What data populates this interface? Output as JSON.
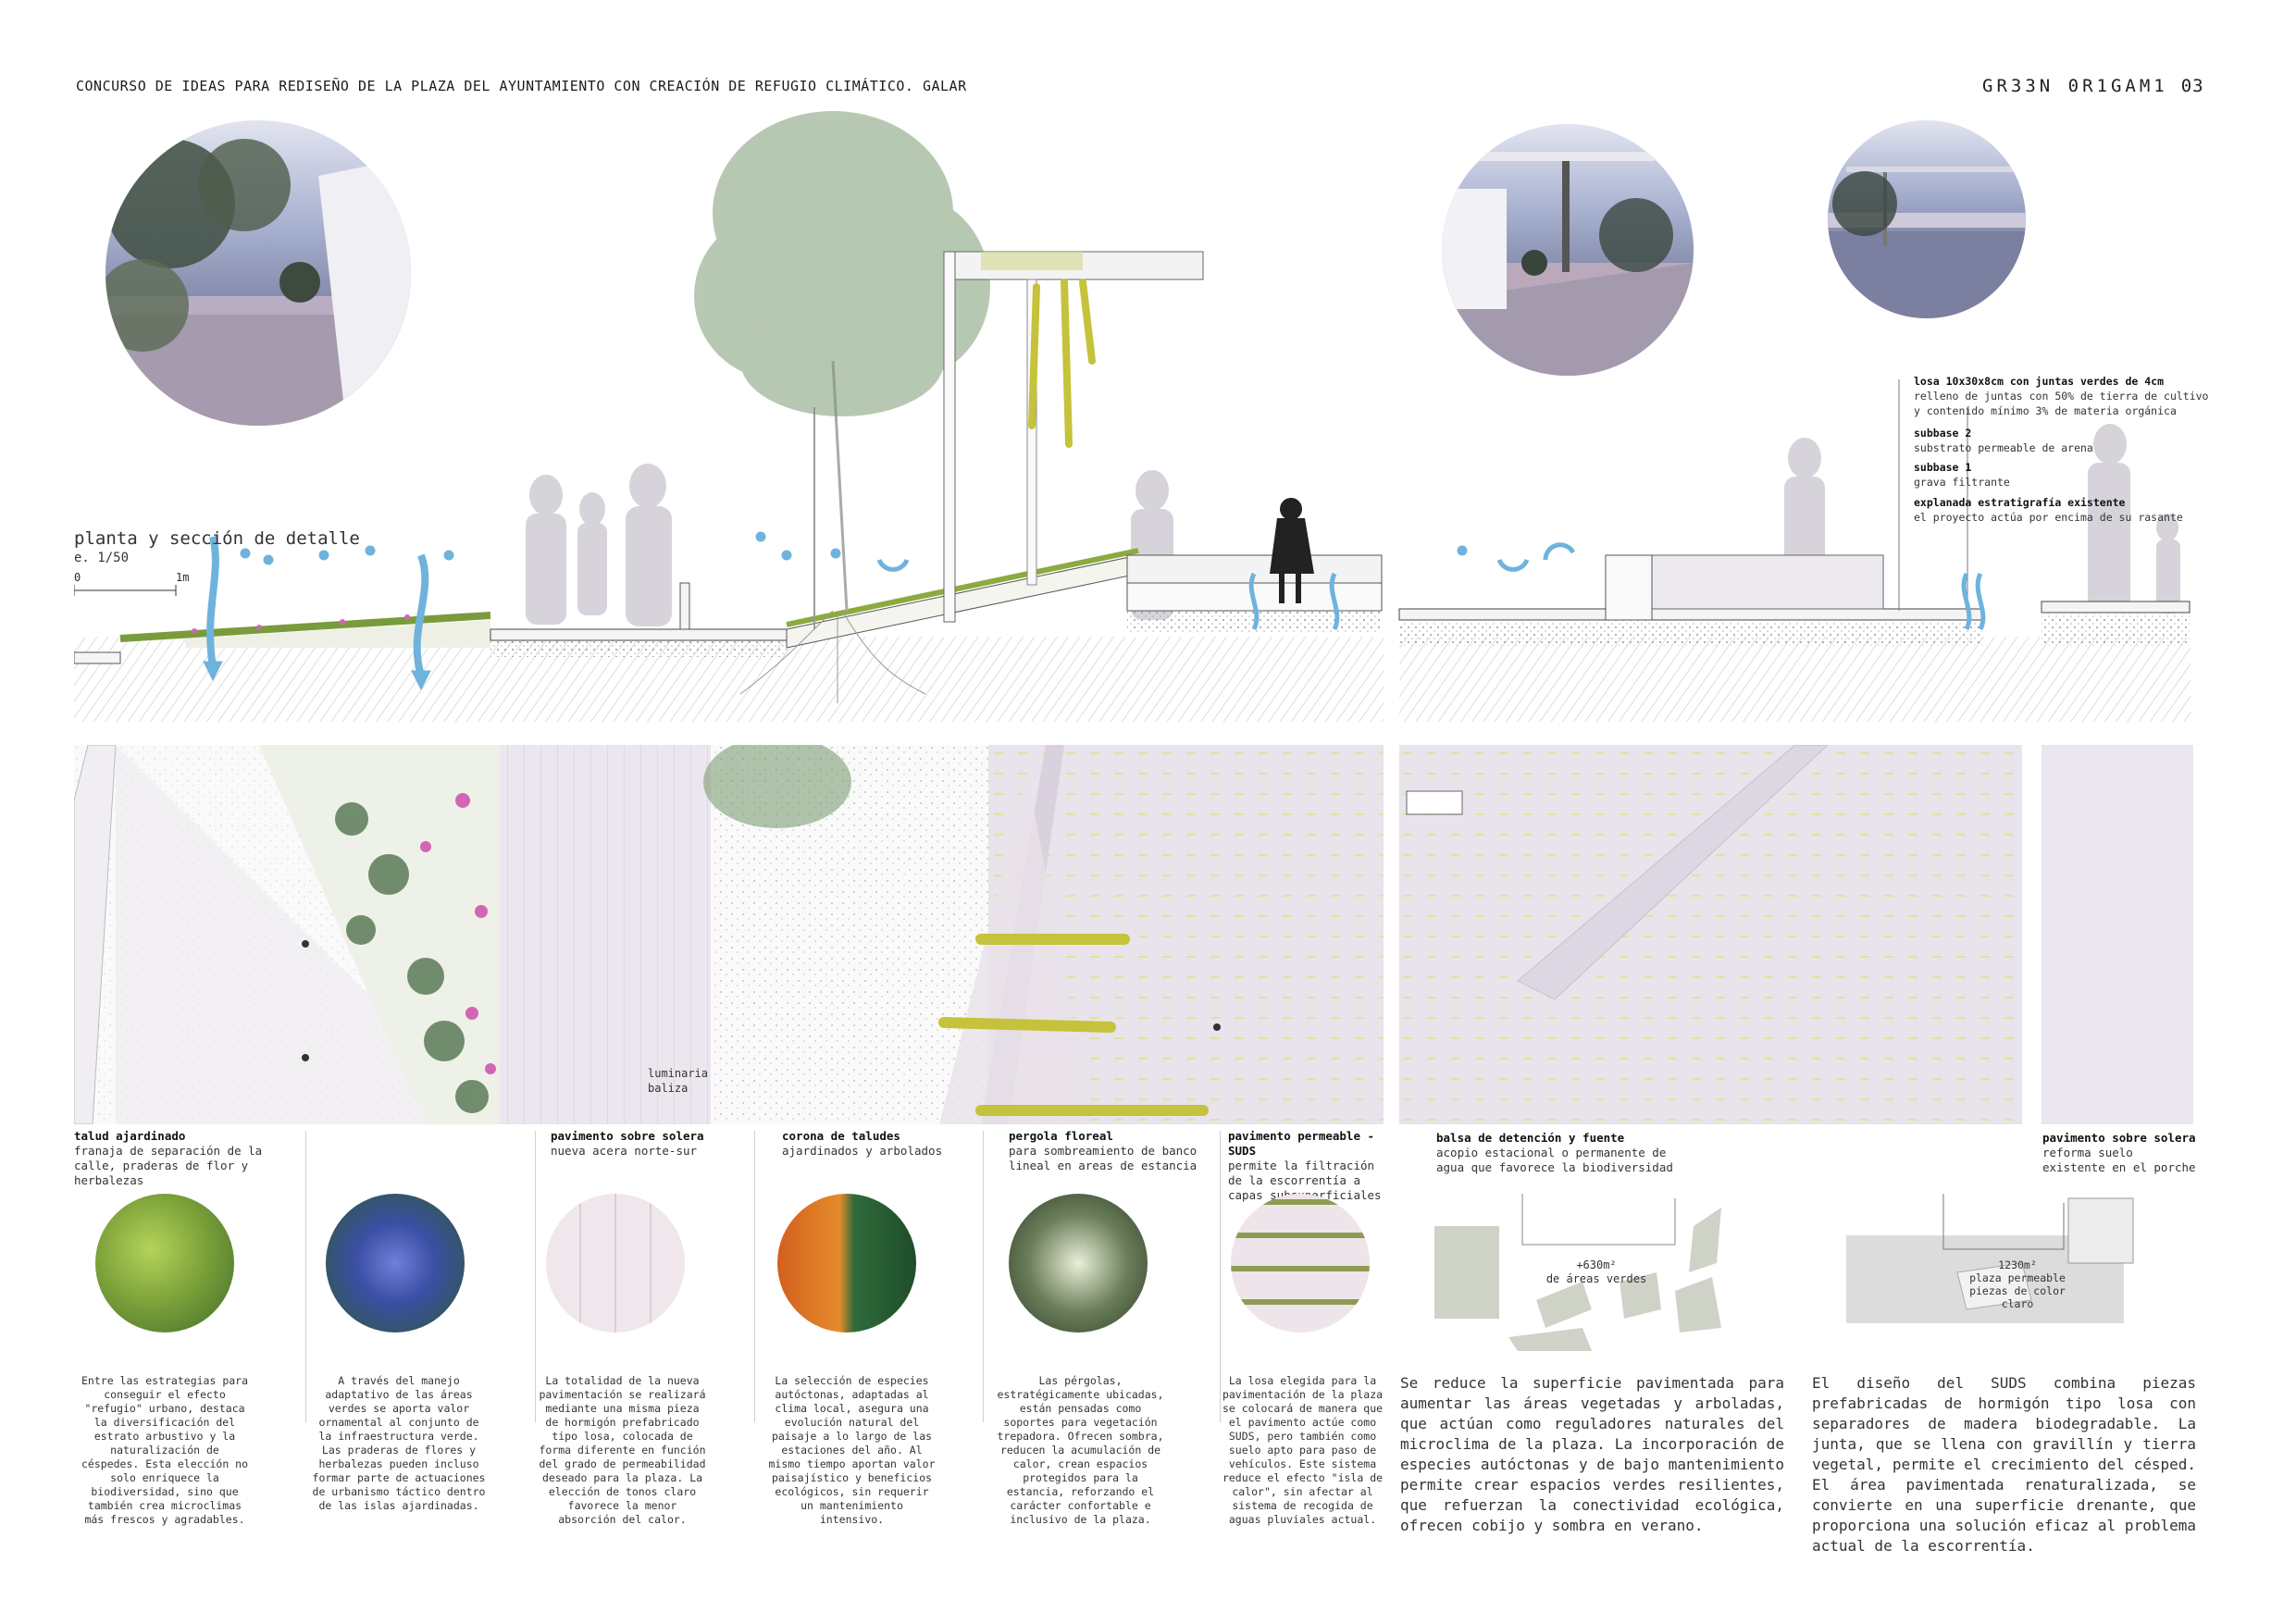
{
  "header": {
    "title": "CONCURSO DE IDEAS PARA REDISEÑO DE LA PLAZA DEL AYUNTAMIENTO CON CREACIÓN DE REFUGIO CLIMÁTICO. GALAR",
    "brand": "GR33N 0R1GAM1",
    "page_number": "03"
  },
  "section": {
    "title": "planta y sección de detalle",
    "scale": "e. 1/50",
    "scale_zero": "0",
    "scale_one": "1m"
  },
  "stratigraphy": [
    {
      "title": "losa 10x30x8cm con juntas verdes de 4cm",
      "text": "relleno de juntas con 50% de tierra de cultivo y contenido mínimo 3% de materia orgánica"
    },
    {
      "title": "subbase 2",
      "text": "substrato permeable de arena"
    },
    {
      "title": "subbase 1",
      "text": "grava filtrante"
    },
    {
      "title": "explanada estratigrafía existente",
      "text": "el proyecto actúa por encima de su rasante"
    }
  ],
  "plan_labels": {
    "luminaria": "luminaria",
    "baliza": "baliza"
  },
  "captions": [
    {
      "title": "talud ajardinado",
      "text": "franaja de separación de la calle, praderas de flor y herbalezas"
    },
    {
      "title": "pavimento sobre solera",
      "text": "nueva acera norte-sur"
    },
    {
      "title": "corona de taludes",
      "text": "ajardinados y arbolados"
    },
    {
      "title": "pergola floreal",
      "text": "para sombreamiento de banco lineal en areas de estancia"
    },
    {
      "title": "pavimento permeable - SUDS",
      "text": "permite la filtración de la escorrentía a capas subsuperficiales"
    },
    {
      "title": "balsa de detención y fuente",
      "text": "acopio estacional o permanente de agua que favorece la biodiversidad"
    },
    {
      "title": "pavimento sobre solera",
      "text": "reforma suelo existente en el porche"
    }
  ],
  "descriptions": [
    "Entre las estrategias para conseguir el efecto \"refugio\" urbano, destaca la diversificación del estrato arbustivo y la naturalización de céspedes. Esta elección no solo enriquece la biodiversidad, sino que también crea microclimas más frescos y agradables.",
    "A través del manejo adaptativo de las áreas verdes se aporta valor ornamental al conjunto de la infraestructura verde. Las praderas de flores y herbalezas pueden incluso formar parte de actuaciones de urbanismo táctico dentro de las islas ajardinadas.",
    "La totalidad de la nueva pavimentación se realizará mediante una misma pieza de hormigón prefabricado tipo losa, colocada de forma diferente en función del grado de permeabilidad deseado para la plaza. La elección de tonos claro favorece la menor absorción del calor.",
    "La selección de especies autóctonas, adaptadas al clima local, asegura una evolución natural del paisaje a lo largo de las estaciones del año. Al mismo tiempo aportan valor paisajístico y beneficios ecológicos, sin requerir un mantenimiento intensivo.",
    "Las pérgolas, estratégicamente ubicadas, están pensadas como soportes para vegetación trepadora. Ofrecen sombra, reducen la acumulación de calor, crean espacios protegidos para la estancia, reforzando el carácter confortable e inclusivo de la plaza.",
    "La losa elegida para la pavimentación de la plaza se colocará de manera que el pavimento actúe como SUDS, pero también como suelo apto para paso de vehículos. Este sistema reduce el efecto \"isla de calor\", sin afectar al sistema de recogida de aguas pluviales actual."
  ],
  "strategies": [
    {
      "area": "+630m²",
      "label": "de áreas verdes"
    },
    {
      "area": "1230m²",
      "label": "plaza permeable piezas de color claro"
    }
  ],
  "long_paragraphs": [
    "Se reduce la superficie pavimentada para aumentar las áreas vegetadas y arboladas, que actúan como reguladores naturales del microclima de la plaza. La incorporación de especies autóctonas y de bajo mantenimiento permite crear espacios verdes resilientes, que refuerzan la conectividad ecológica, ofrecen cobijo y sombra en verano.",
    "El diseño del SUDS combina piezas prefabricadas de hormigón tipo losa con separadores de madera biodegradable. La junta, que se llena con gravillín y tierra vegetal, permite el crecimiento del césped. El área pavimentada renaturalizada, se convierte en una superficie drenante, que proporciona una solución eficaz al problema actual de la escorrentía."
  ],
  "colors": {
    "water": "#6fb3dd",
    "paving": "#e9e3ec",
    "grass": "#9ab84a",
    "foliage": "#7d9c74",
    "flower": "#d266b4",
    "shadow_figure": "#d7d3da"
  }
}
